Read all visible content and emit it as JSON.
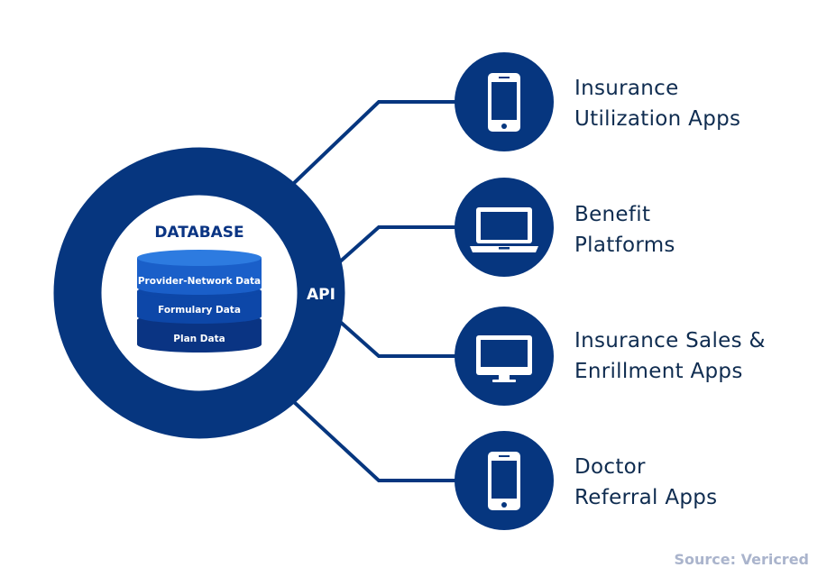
{
  "colors": {
    "navy": "#06367f",
    "db_top": "#2d7be0",
    "db_layer1": "#1a5fc9",
    "db_layer2": "#0d47a8",
    "db_layer3": "#0a3483",
    "text": "#0f2c50",
    "source": "#aab4cc"
  },
  "hub": {
    "database_title": "DATABASE",
    "layers": [
      "Provider-Network Data",
      "Formulary Data",
      "Plan Data"
    ],
    "ring_label": "API"
  },
  "targets": [
    {
      "icon": "smartphone-icon",
      "line1": "Insurance",
      "line2": "Utilization Apps"
    },
    {
      "icon": "laptop-icon",
      "line1": "Benefit",
      "line2": "Platforms"
    },
    {
      "icon": "desktop-monitor-icon",
      "line1": "Insurance Sales &",
      "line2": "Enrillment Apps"
    },
    {
      "icon": "smartphone-icon",
      "line1": "Doctor",
      "line2": "Referral Apps"
    }
  ],
  "source": "Source: Vericred"
}
